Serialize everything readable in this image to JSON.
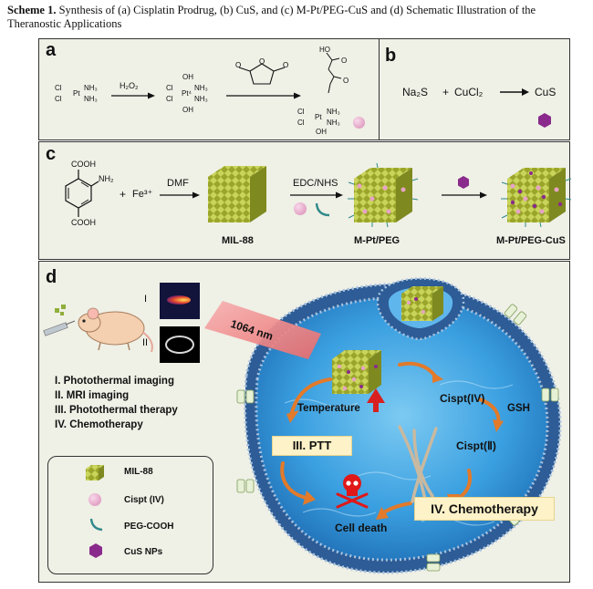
{
  "caption": {
    "label": "Scheme 1.",
    "text": "Synthesis of (a) Cisplatin Prodrug, (b) CuS, and (c) M-Pt/PEG-CuS and (d) Schematic Illustration of the Theranostic Applications"
  },
  "panel_a": {
    "label": "a",
    "reagent": "H₂O₂",
    "mol1": {
      "cl1": "Cl",
      "cl2": "Cl",
      "pt": "Pt",
      "nh3a": "NH₃",
      "nh3b": "NH₃"
    },
    "mol2": {
      "oh1": "OH",
      "oh2": "OH",
      "pt": "Pt⁴",
      "cl1": "Cl",
      "cl2": "Cl",
      "nh3a": "NH₃",
      "nh3b": "NH₃"
    },
    "mol3": {
      "ho": "HO",
      "o1": "O",
      "o2": "O",
      "cl1": "Cl",
      "cl2": "Cl",
      "pt": "Pt",
      "nh3a": "NH₃",
      "nh3b": "NH₃",
      "oh": "OH"
    }
  },
  "panel_b": {
    "label": "b",
    "reactant1": "Na₂S",
    "plus": "+",
    "reactant2": "CuCl₂",
    "product": "CuS"
  },
  "panel_c": {
    "label": "c",
    "cooh1": "COOH",
    "cooh2": "COOH",
    "nh2": "NH₂",
    "plus": "+",
    "fe": "Fe³⁺",
    "reagent1": "DMF",
    "reagent2": "EDC/NHS",
    "name1": "MIL-88",
    "name2": "M-Pt/PEG",
    "name3": "M-Pt/PEG-CuS"
  },
  "panel_d": {
    "label": "d",
    "imaging_labels": [
      "I",
      "II"
    ],
    "list": [
      "I.   Photothermal imaging",
      "II.  MRI imaging",
      "III. Photothermal therapy",
      "IV. Chemotherapy"
    ],
    "legend": [
      "MIL-88",
      "Cispt (IV)",
      "PEG-COOH",
      "CuS NPs"
    ],
    "laser": "1064 nm",
    "temperature": "Temperature",
    "cispt4": "Cispt(IV)",
    "gsh": "GSH",
    "cispt2": "Cispt(Ⅱ)",
    "ptt": "III. PTT",
    "chemo": "IV. Chemotherapy",
    "death": "Cell death"
  },
  "colors": {
    "panel_bg": "#eff0e6",
    "mof": "#9aa52a",
    "cispt_pink": "#e7a3c6",
    "cus_purple": "#8a2a8c",
    "peg_teal": "#2f8a8a",
    "membrane": "#3a6aa8",
    "cell_water": "#3fa4e6",
    "arrow_orange": "#e27a2a",
    "tag_bg": "#fdf2c8"
  }
}
